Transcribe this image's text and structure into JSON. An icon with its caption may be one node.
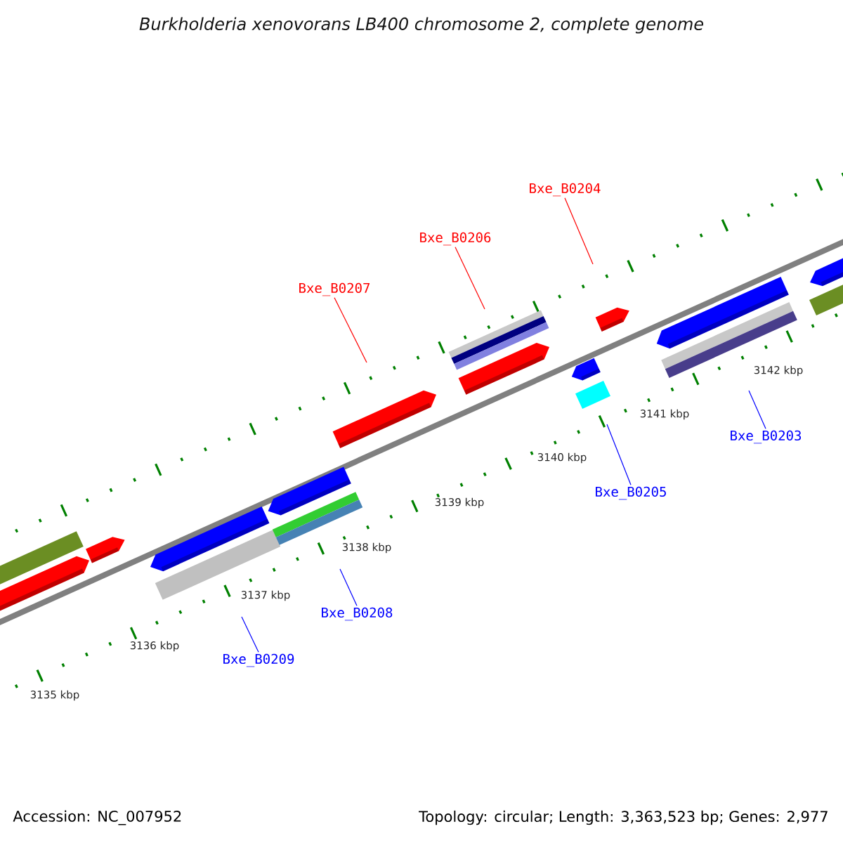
{
  "diagram": {
    "title": "Burkholderia xenovorans LB400 chromosome 2, complete genome",
    "nodes": [
      {
        "text": [
          "Bxe_B0204"
        ]
      },
      {
        "text": [
          "Bxe_B0206"
        ]
      },
      {
        "text": [
          "Bxe_B0207"
        ]
      },
      {
        "text": [
          "Bxe_B0203"
        ]
      },
      {
        "text": [
          "Bxe_B0205"
        ]
      },
      {
        "text": [
          "Bxe_B0208"
        ]
      },
      {
        "text": [
          "Bxe_B0209"
        ]
      }
    ],
    "edges": [
      {
        "from": 0,
        "to": null,
        "arrow": "none",
        "color": "#ff0000"
      },
      {
        "from": 1,
        "to": null,
        "arrow": "none",
        "color": "#ff0000"
      },
      {
        "from": 2,
        "to": null,
        "arrow": "none",
        "color": "#ff0000"
      },
      {
        "from": 3,
        "to": null,
        "arrow": "none",
        "color": "#0000ff"
      },
      {
        "from": 4,
        "to": null,
        "arrow": "none",
        "color": "#0000ff"
      },
      {
        "from": 5,
        "to": null,
        "arrow": "none",
        "color": "#0000ff"
      },
      {
        "from": 6,
        "to": null,
        "arrow": "none",
        "color": "#0000ff"
      }
    ],
    "labels": [
      "3142 kbp",
      "3141 kbp",
      "3140 kbp",
      "3139 kbp",
      "3138 kbp",
      "3137 kbp",
      "3136 kbp",
      "3135 kbp",
      "Accession: NC_007952",
      "Topology: circular; Length: 3,363,523 bp; Genes: 2,977"
    ]
  }
}
